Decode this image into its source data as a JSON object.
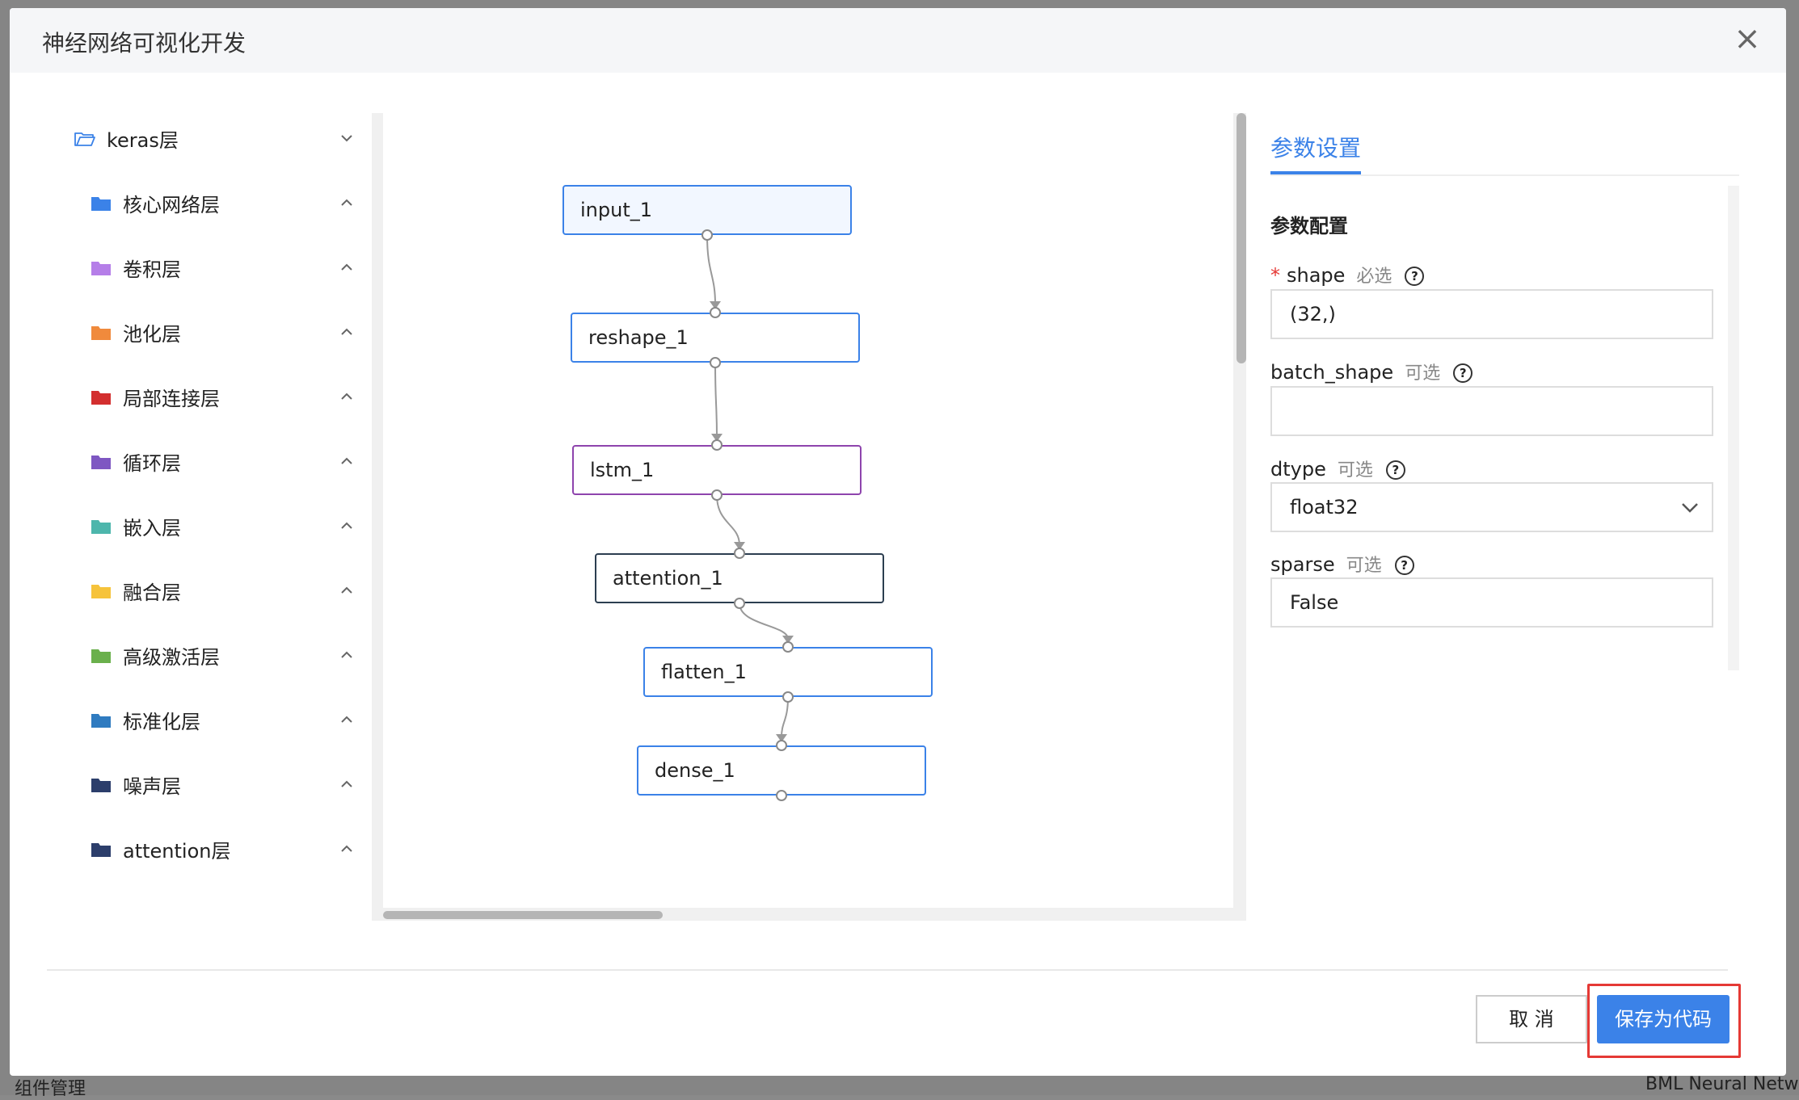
{
  "modal": {
    "title": "神经网络可视化开发",
    "close_icon": "×"
  },
  "background": {
    "bottom_left_text": "组件管理",
    "bottom_right_text": "BML Neural Netw"
  },
  "sidebar": {
    "root": {
      "label": "keras层",
      "icon": "folder-open-icon",
      "color": "#3b82e8"
    },
    "items": [
      {
        "label": "核心网络层",
        "color": "#3b82e8"
      },
      {
        "label": "卷积层",
        "color": "#b57ee8"
      },
      {
        "label": "池化层",
        "color": "#f08a3c"
      },
      {
        "label": "局部连接层",
        "color": "#d32f2f"
      },
      {
        "label": "循环层",
        "color": "#7e57c2"
      },
      {
        "label": "嵌入层",
        "color": "#4db6ac"
      },
      {
        "label": "融合层",
        "color": "#f6c33b"
      },
      {
        "label": "高级激活层",
        "color": "#6ab04c"
      },
      {
        "label": "标准化层",
        "color": "#2f7bc0"
      },
      {
        "label": "噪声层",
        "color": "#2c3e6b"
      },
      {
        "label": "attention层",
        "color": "#2c3e6b"
      }
    ]
  },
  "graph": {
    "nodes": [
      {
        "label": "input_1",
        "border": "#3b82e8",
        "fill": "#f2f7ff"
      },
      {
        "label": "reshape_1",
        "border": "#3b82e8",
        "fill": "#ffffff"
      },
      {
        "label": "lstm_1",
        "border": "#8e44ad",
        "fill": "#ffffff"
      },
      {
        "label": "attention_1",
        "border": "#2c3e50",
        "fill": "#ffffff"
      },
      {
        "label": "flatten_1",
        "border": "#3b82e8",
        "fill": "#ffffff"
      },
      {
        "label": "dense_1",
        "border": "#3b82e8",
        "fill": "#ffffff"
      }
    ]
  },
  "panel": {
    "tab": "参数设置",
    "section_title": "参数配置",
    "required_mark": "*",
    "fields": [
      {
        "name": "shape",
        "hint": "必选",
        "value": "(32,)",
        "required": true
      },
      {
        "name": "batch_shape",
        "hint": "可选",
        "value": ""
      },
      {
        "name": "dtype",
        "hint": "可选",
        "value": "float32",
        "type": "select"
      },
      {
        "name": "sparse",
        "hint": "可选",
        "value": "False"
      }
    ],
    "help_icon": "?"
  },
  "footer": {
    "cancel_label": "取 消",
    "save_label": "保存为代码"
  },
  "colors": {
    "accent": "#3b82e8",
    "highlight": "#e53935"
  }
}
